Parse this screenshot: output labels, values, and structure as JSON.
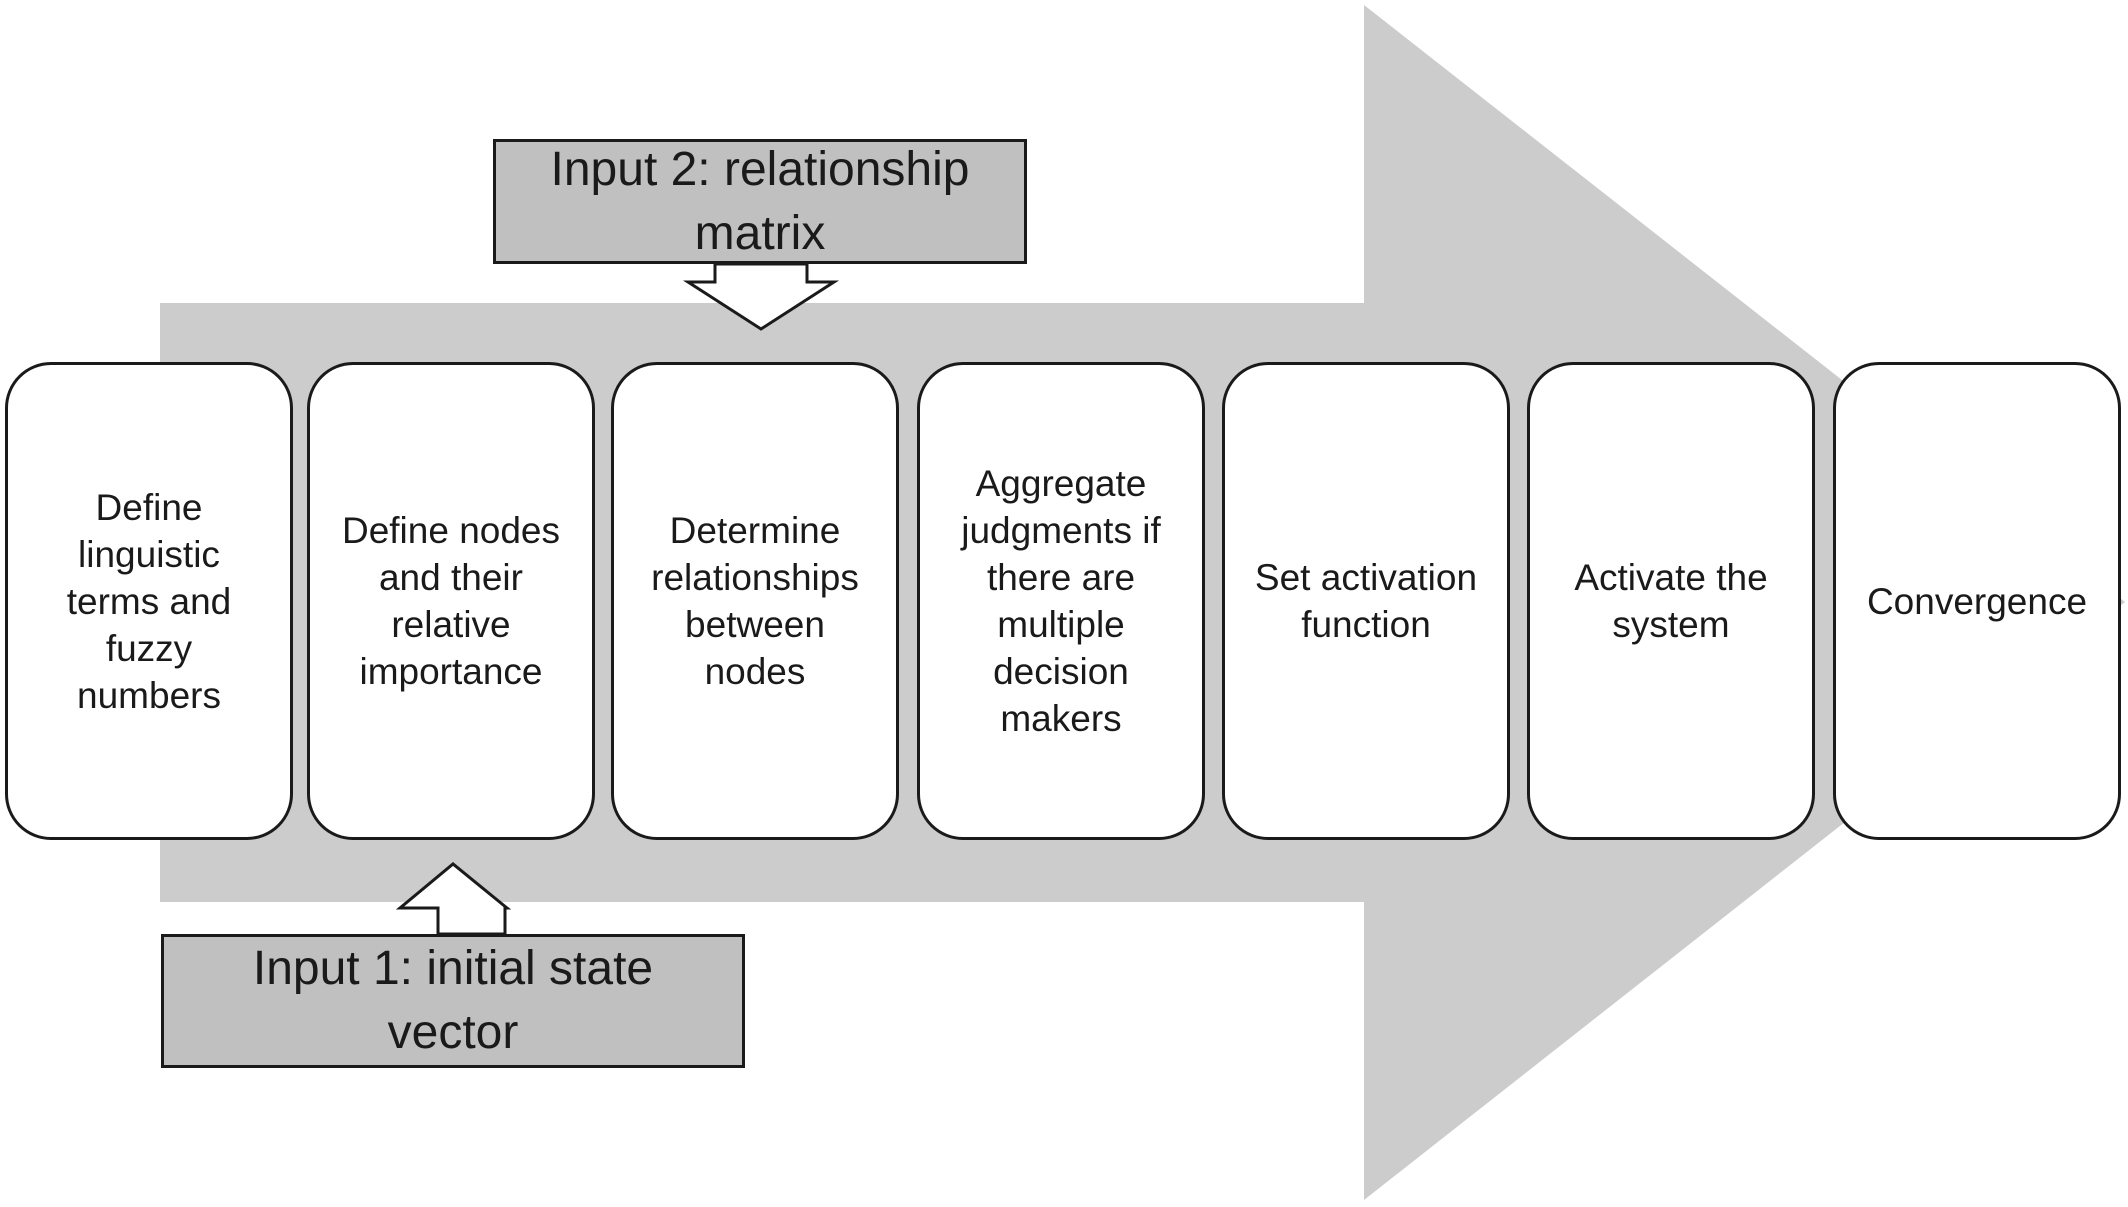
{
  "diagram": {
    "steps": [
      {
        "label": "Define\nlinguistic\nterms and\nfuzzy\nnumbers"
      },
      {
        "label": "Define nodes\nand their\nrelative\nimportance"
      },
      {
        "label": "Determine\nrelationships\nbetween\nnodes"
      },
      {
        "label": "Aggregate\njudgments if\nthere are\nmultiple\ndecision\nmakers"
      },
      {
        "label": "Set activation\nfunction"
      },
      {
        "label": "Activate the\nsystem"
      },
      {
        "label": "Convergence"
      }
    ],
    "input_2": {
      "label": "Input 2: relationship\nmatrix"
    },
    "input_1": {
      "label": "Input 1: initial state\nvector"
    }
  },
  "colors": {
    "background_arrow": "#cccccc",
    "input_box_fill": "#c0c0c0",
    "step_fill": "#ffffff",
    "stroke": "#1a1a1a"
  }
}
